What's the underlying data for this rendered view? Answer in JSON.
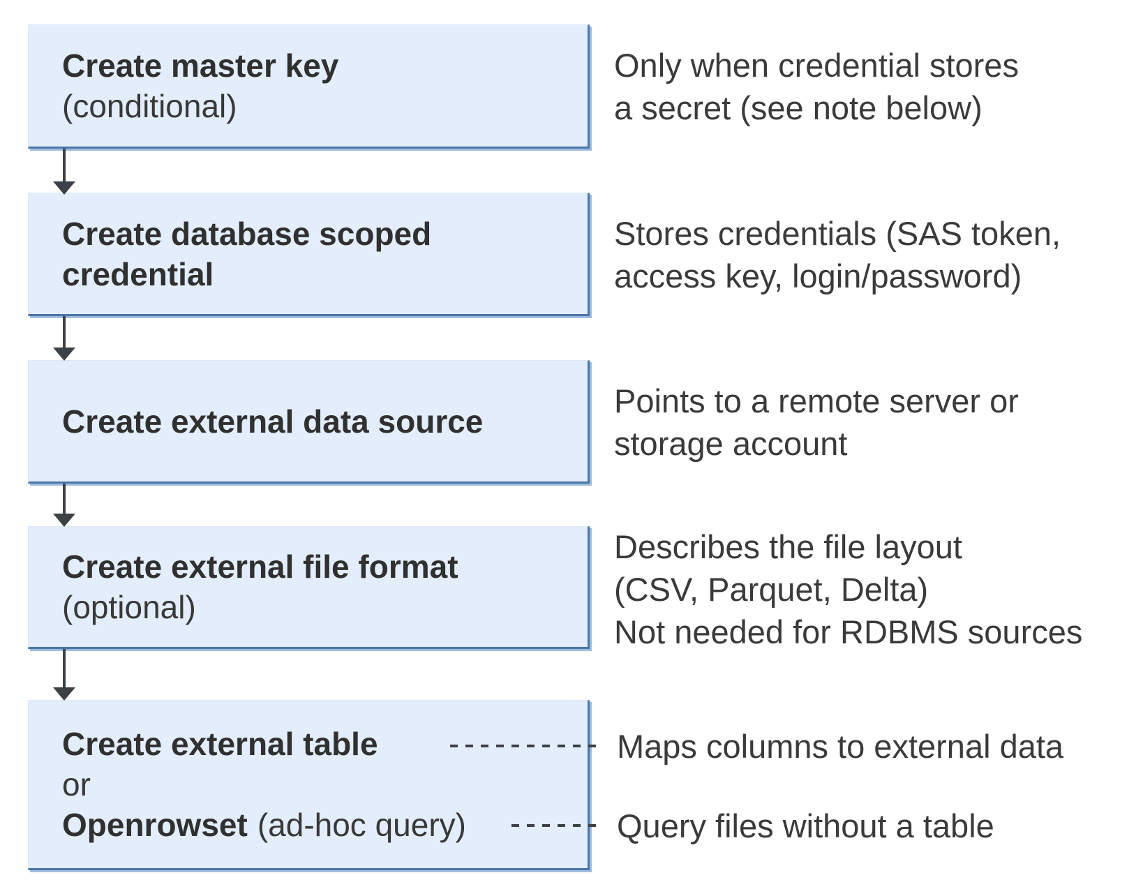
{
  "colors": {
    "background": "#ffffff",
    "box_fill": "#e3edfb",
    "box_border_dark": "#4a76a8",
    "box_border_light": "#9fbcdd",
    "arrow": "#3c4148",
    "dash_line": "#3c4148",
    "title_text": "#303030",
    "note_text": "#3a3a3a"
  },
  "flow": [
    {
      "title": "Create master key",
      "qualifier": "(conditional)",
      "note": [
        "Only when credential stores",
        "a secret (see note below)"
      ]
    },
    {
      "title": "Create database scoped credential",
      "note": [
        "Stores credentials (SAS token,",
        "access key, login/password)"
      ]
    },
    {
      "title": "Create external data source",
      "note": [
        "Points to a remote server or",
        "storage account"
      ]
    },
    {
      "title": "Create external file format",
      "qualifier": "(optional)",
      "note": [
        "Describes the file layout",
        "(CSV, Parquet, Delta)",
        "Not needed for RDBMS sources"
      ]
    },
    {
      "title": "Create external table",
      "or_label": "or",
      "alt_title": "Openrowset",
      "alt_qualifier": "(ad-hoc query)",
      "note_table": "Maps columns to external data",
      "note_openrowset": "Query files without a table"
    }
  ]
}
